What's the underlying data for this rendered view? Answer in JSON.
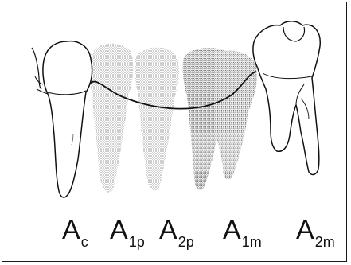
{
  "labels": [
    {
      "letter": "A",
      "sub": "c"
    },
    {
      "letter": "A",
      "sub": "1p"
    },
    {
      "letter": "A",
      "sub": "2p"
    },
    {
      "letter": "A",
      "sub": "1m"
    },
    {
      "letter": "A",
      "sub": "2m"
    }
  ],
  "colors": {
    "line": "#111111",
    "stipple": "#9a9a9a",
    "background": "#ffffff"
  }
}
